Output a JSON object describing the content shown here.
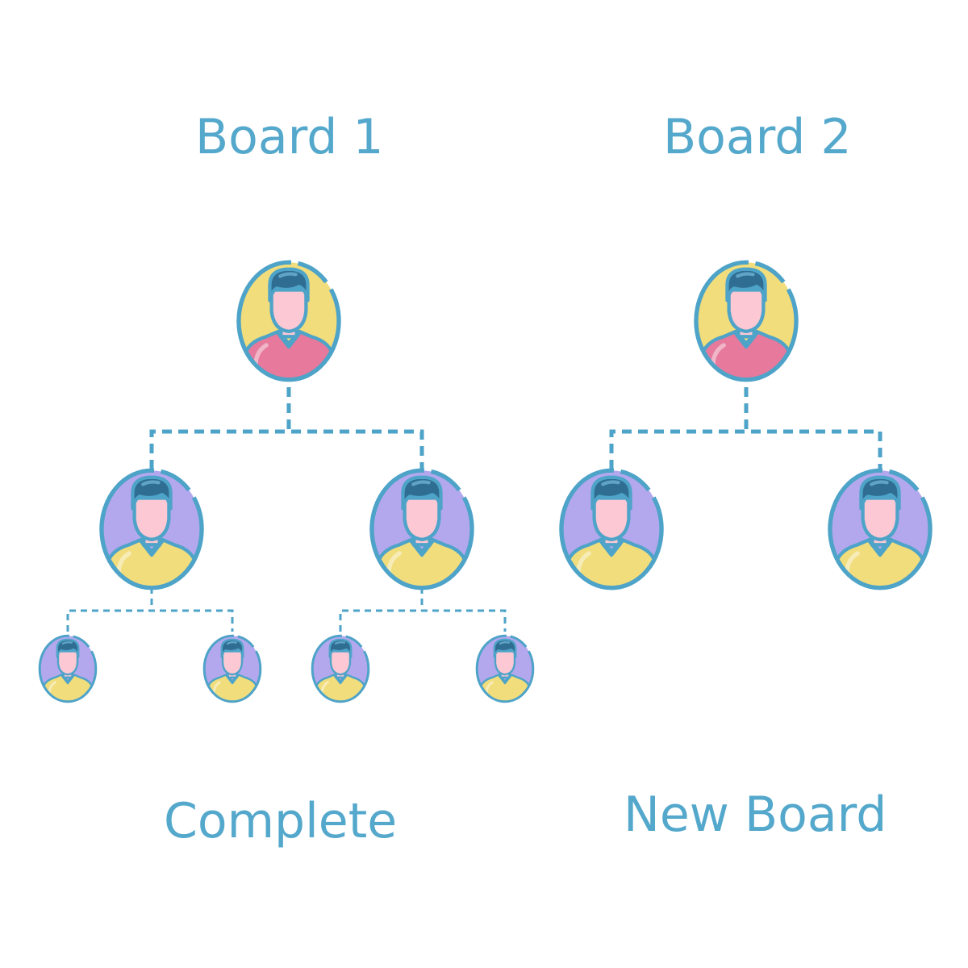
{
  "colors": {
    "text": "#54a8cc",
    "outline": "#4ea3c8",
    "hair": "#2f6e92",
    "hair_shine": "#5fa3c6",
    "skin": "#fcc8d4",
    "yellow": "#f1dd7c",
    "pink": "#e6799c",
    "purple": "#b3a8ee"
  },
  "boards": [
    {
      "title": "Board 1",
      "status": "Complete"
    },
    {
      "title": "Board 2",
      "status": "New Board"
    }
  ],
  "icons": {
    "member": "person-avatar-icon",
    "connector": "dashed-line"
  }
}
